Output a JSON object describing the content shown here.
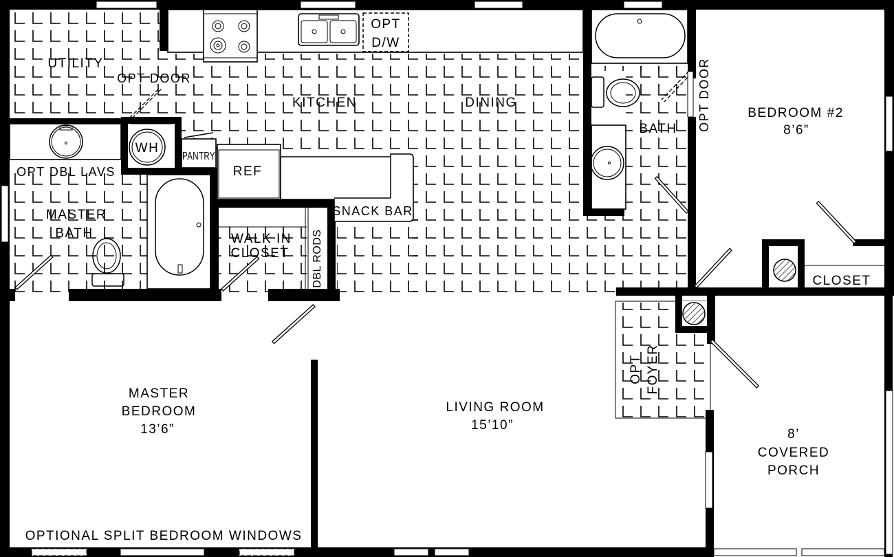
{
  "plan": {
    "title": "Floor Plan",
    "colors": {
      "walls": "#000000",
      "background": "#ffffff",
      "tile": "#000000"
    },
    "rooms": {
      "utility": {
        "label": "UTILITY"
      },
      "kitchen": {
        "label": "KITCHEN"
      },
      "dining": {
        "label": "DINING"
      },
      "bath": {
        "label": "BATH"
      },
      "bedroom2": {
        "label": "BEDROOM  #2",
        "size": "8’6”"
      },
      "master_bath": {
        "label_line1": "MASTER",
        "label_line2": "BATH"
      },
      "walk_in_closet": {
        "label_line1": "WALK IN",
        "label_line2": "CLOSET"
      },
      "master_bedroom": {
        "label_line1": "MASTER",
        "label_line2": "BEDROOM",
        "size": "13’6”"
      },
      "living_room": {
        "label": "LIVING ROOM",
        "size": "15’10”"
      },
      "covered_porch": {
        "size": "8’",
        "label_line1": "COVERED",
        "label_line2": "PORCH"
      },
      "closet": {
        "label": "CLOSET"
      },
      "foyer": {
        "label_line1": "OPT",
        "label_line2": "FOYER"
      }
    },
    "fixtures": {
      "opt_door_utility": "OPT DOOR",
      "opt_door_bath": "OPT DOOR",
      "opt_dw_line1": "OPT",
      "opt_dw_line2": "D/W",
      "water_heater": "WH",
      "pantry": "PANTRY",
      "refrigerator": "REF",
      "snack_bar": "SNACK BAR",
      "opt_dbl_lavs": "OPT DBL LAVS",
      "dbl_rods": "DBL RODS"
    },
    "notes": {
      "split_windows": "OPTIONAL  SPLIT  BEDROOM  WINDOWS"
    }
  }
}
